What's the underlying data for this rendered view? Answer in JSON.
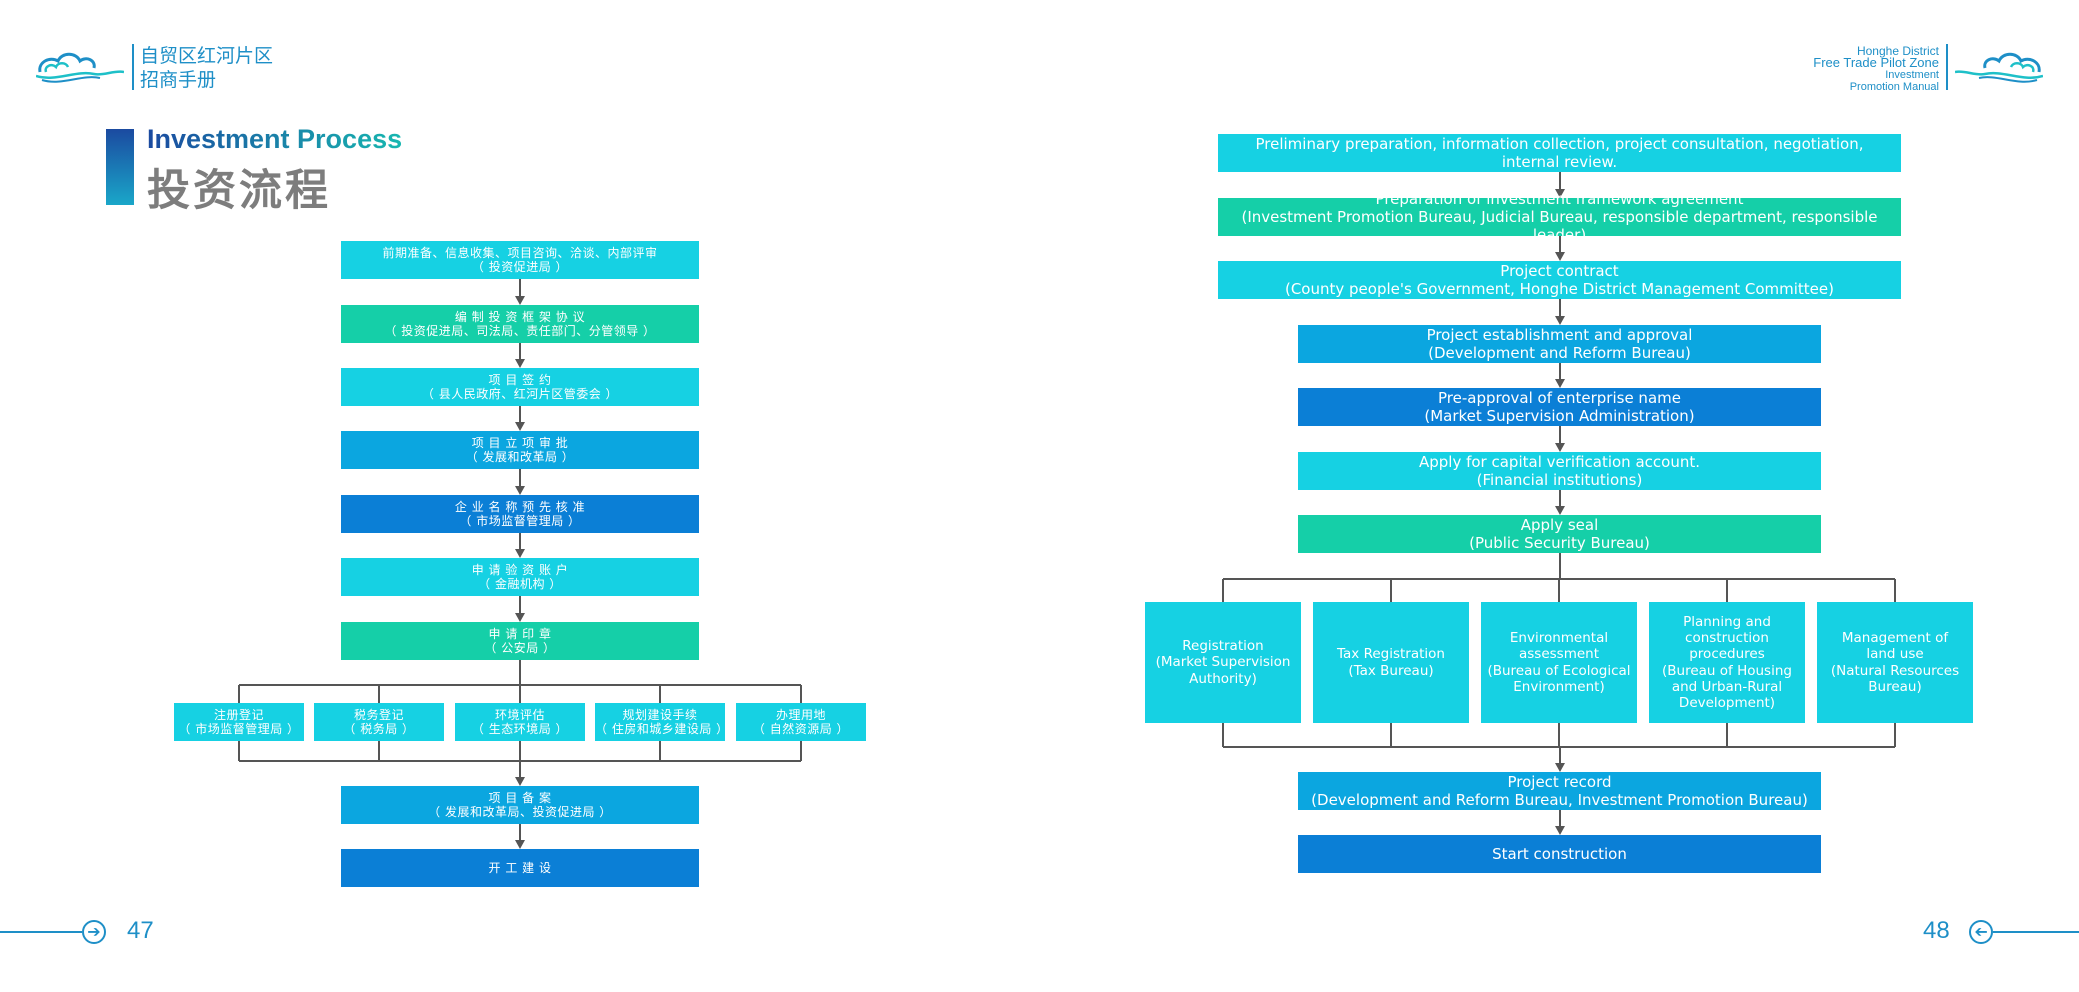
{
  "header_left": {
    "line1": "自贸区红河片区",
    "line2": "招商手册"
  },
  "header_right": {
    "line1": "Honghe District",
    "line2": "Free Trade Pilot Zone",
    "line3": "Investment",
    "line4": "Promotion Manual"
  },
  "title": {
    "en": "Investment Process",
    "cn": "投资流程"
  },
  "left_flow": {
    "steps": [
      {
        "l1": "前期准备、信息收集、项目咨询、洽谈、内部评审",
        "l2": "（ 投资促进局 ）"
      },
      {
        "l1": "编 制 投 资 框 架 协 议",
        "l2": "（ 投资促进局、司法局、责任部门、分管领导 ）"
      },
      {
        "l1": "项 目 签 约",
        "l2": "（ 县人民政府、红河片区管委会 ）"
      },
      {
        "l1": "项 目 立 项 审 批",
        "l2": "（ 发展和改革局 ）"
      },
      {
        "l1": "企 业 名 称 预 先 核 准",
        "l2": "（ 市场监督管理局 ）"
      },
      {
        "l1": "申 请 验 资 账 户",
        "l2": "（ 金融机构 ）"
      },
      {
        "l1": "申 请 印 章",
        "l2": "（ 公安局 ）"
      }
    ],
    "branches": [
      {
        "l1": "注册登记",
        "l2": "（ 市场监督管理局 ）"
      },
      {
        "l1": "税务登记",
        "l2": "（ 税务局 ）"
      },
      {
        "l1": "环境评估",
        "l2": "（ 生态环境局 ）"
      },
      {
        "l1": "规划建设手续",
        "l2": "（ 住房和城乡建设局 ）"
      },
      {
        "l1": "办理用地",
        "l2": "（ 自然资源局 ）"
      }
    ],
    "record": {
      "l1": "项 目 备 案",
      "l2": "（ 发展和改革局、投资促进局 ）"
    },
    "start": {
      "l1": "开 工 建 设"
    }
  },
  "right_flow": {
    "steps": [
      {
        "l1": "Preliminary preparation, information collection, project consultation, negotiation,",
        "l2": "internal review."
      },
      {
        "l1": "Preparation of investment framework agreement",
        "l2": "(Investment Promotion Bureau, Judicial Bureau, responsible department, responsible leader)"
      },
      {
        "l1": "Project contract",
        "l2": "(County people's Government, Honghe District Management Committee)"
      },
      {
        "l1": "Project establishment and approval",
        "l2": "(Development and Reform Bureau)"
      },
      {
        "l1": "Pre-approval of enterprise name",
        "l2": "(Market Supervision Administration)"
      },
      {
        "l1": "Apply for capital verification account.",
        "l2": "(Financial institutions)"
      },
      {
        "l1": "Apply seal",
        "l2": "(Public Security Bureau)"
      }
    ],
    "branches": [
      {
        "lines": [
          "Registration",
          "(Market Supervision",
          "Authority)"
        ]
      },
      {
        "lines": [
          "Tax Registration",
          "(Tax Bureau)"
        ]
      },
      {
        "lines": [
          "Environmental",
          "assessment",
          "(Bureau of Ecological",
          "Environment)"
        ]
      },
      {
        "lines": [
          "Planning and",
          "construction",
          "procedures",
          "(Bureau of Housing",
          "and Urban-Rural",
          "Development)"
        ]
      },
      {
        "lines": [
          "Management of",
          "land use",
          "(Natural Resources",
          "Bureau)"
        ]
      }
    ],
    "record": {
      "l1": "Project record",
      "l2": "(Development and Reform Bureau, Investment Promotion Bureau)"
    },
    "start": {
      "l1": "Start construction"
    }
  },
  "page_left": "47",
  "page_right": "48",
  "colors": {
    "cyan": "#16d1e3",
    "green": "#15cfa8",
    "sky": "#0ba6e0",
    "blue": "#0b7fd6",
    "brand": "#1e8fc7"
  }
}
